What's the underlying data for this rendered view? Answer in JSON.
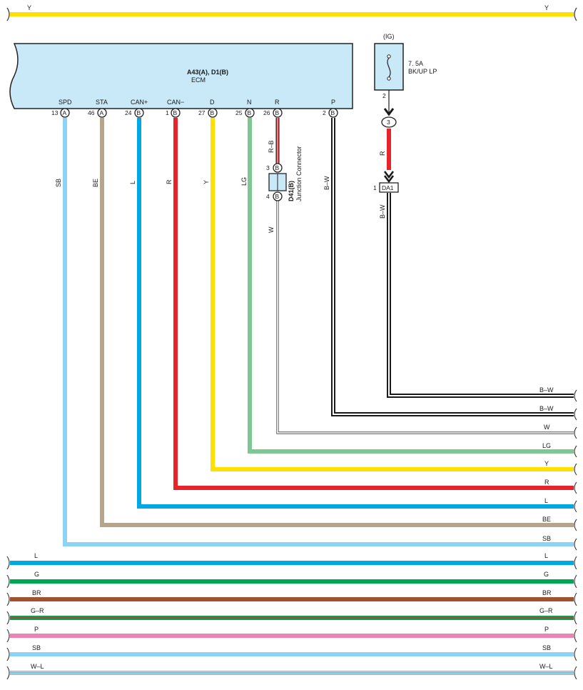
{
  "top_bus": {
    "label_left": "Y",
    "label_right": "Y",
    "color": "#FFE000"
  },
  "ecm": {
    "connector_title": "A43(A), D1(B)",
    "name": "ECM",
    "fill": "#C9E8F8",
    "pins": [
      {
        "name": "SPD",
        "num": "13",
        "conn": "A",
        "wire": "SB",
        "color": "#8DD3F6"
      },
      {
        "name": "STA",
        "num": "46",
        "conn": "A",
        "wire": "BE",
        "color": "#B5A58D"
      },
      {
        "name": "CAN+",
        "num": "24",
        "conn": "B",
        "wire": "L",
        "color": "#00A8E6"
      },
      {
        "name": "CAN−",
        "num": "1",
        "conn": "B",
        "wire": "R",
        "color": "#E8232A"
      },
      {
        "name": "D",
        "num": "27",
        "conn": "B",
        "wire": "Y",
        "color": "#FFE000"
      },
      {
        "name": "N",
        "num": "25",
        "conn": "B",
        "wire": "LG",
        "color": "#7DC892"
      },
      {
        "name": "R",
        "num": "26",
        "conn": "B",
        "wire": "R–B",
        "color": "#E8232A"
      },
      {
        "name": "P",
        "num": "2",
        "conn": "B",
        "wire": "B–W",
        "color": "#1a1a1a"
      }
    ]
  },
  "junction": {
    "code": "D41(B)",
    "name": "Junction Connector",
    "pin_in": "3",
    "pin_out": "4",
    "conn": "B",
    "wire_out": "W"
  },
  "fuse": {
    "label": "(IG)",
    "rating": "7. 5A",
    "name": "BK/UP LP",
    "pin": "2",
    "junction_pin": "3",
    "wire": "R",
    "connector": "DA1",
    "connector_pin": "1",
    "wire_out": "B–W"
  },
  "right_labels": [
    "B–W",
    "B–W",
    "W",
    "LG",
    "Y",
    "R",
    "L",
    "BE",
    "SB"
  ],
  "bottom_buses": [
    {
      "label": "L",
      "color": "#00A8E6"
    },
    {
      "label": "G",
      "color": "#00A651"
    },
    {
      "label": "BR",
      "color": "#A0522D"
    },
    {
      "label": "G–R",
      "color": "#00A651",
      "stripe": "#E8232A"
    },
    {
      "label": "P",
      "color": "#EE82B4"
    },
    {
      "label": "SB",
      "color": "#8DD3F6"
    },
    {
      "label": "W–L",
      "color": "#ffffff",
      "stripe": "#00A8E6"
    }
  ]
}
